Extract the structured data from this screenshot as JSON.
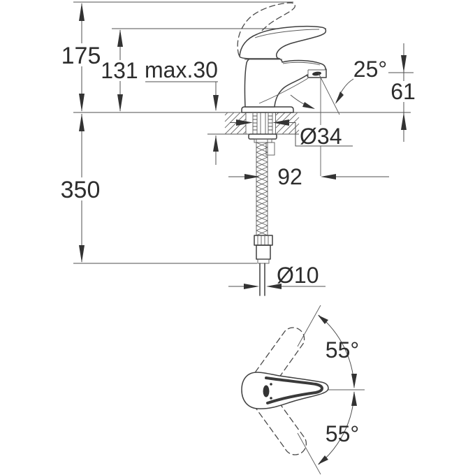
{
  "front_view": {
    "labels": {
      "total_height": "175",
      "spout_tip_height": "131",
      "max_mounting_thickness": "max.30",
      "spray_angle": "25°",
      "outlet_height": "61",
      "base_diameter": "Ø34",
      "outlet_projection": "92",
      "hose_length": "350",
      "hose_diameter": "Ø10"
    }
  },
  "top_view": {
    "labels": {
      "swing_angle_up": "55°",
      "swing_angle_down": "55°"
    }
  },
  "colors": {
    "background": "#ffffff",
    "outline": "#3f3f3f",
    "dimension_line": "#4f4f4f",
    "text": "#2d2d2d"
  }
}
